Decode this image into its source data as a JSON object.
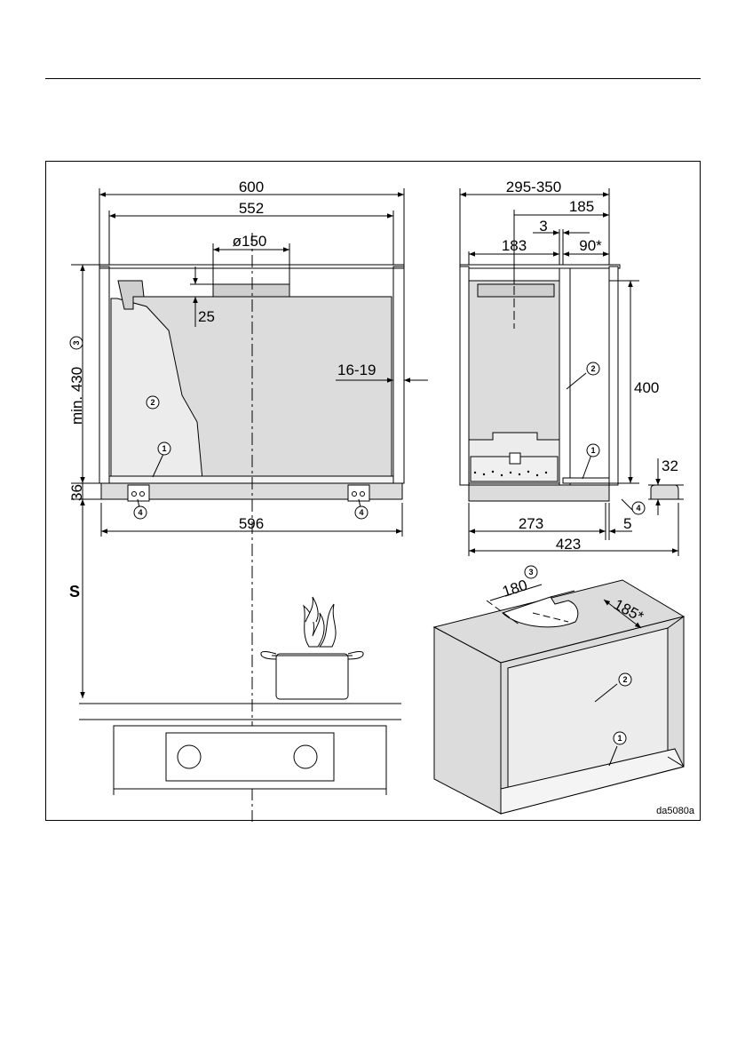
{
  "front_view": {
    "width_overall": "600",
    "width_inner": "552",
    "duct_diameter": "ø150",
    "top_gap": "25",
    "side_panel": "16-19",
    "min_height_label": "min. 430",
    "min_height_callout": "3",
    "base_height": "36",
    "base_width": "596",
    "callout_shelf": "1",
    "callout_wall": "2",
    "callout_bracket_left": "4",
    "callout_bracket_right": "4",
    "clearance_label": "S"
  },
  "side_view": {
    "depth_range": "295-350",
    "depth_185": "185",
    "depth_183": "183",
    "gap_3": "3",
    "depth_90": "90*",
    "height_400": "400",
    "callout_shelf": "1",
    "callout_wall": "2",
    "depth_273": "273",
    "depth_423": "423",
    "gap_5": "5",
    "callout_bracket": "4",
    "bracket_height": "32"
  },
  "cabinet_view": {
    "cutout_180": "180",
    "cutout_callout": "3",
    "cutout_185": "185*",
    "callout_wall": "2",
    "callout_shelf": "1"
  },
  "drawing_code": "da5080a"
}
